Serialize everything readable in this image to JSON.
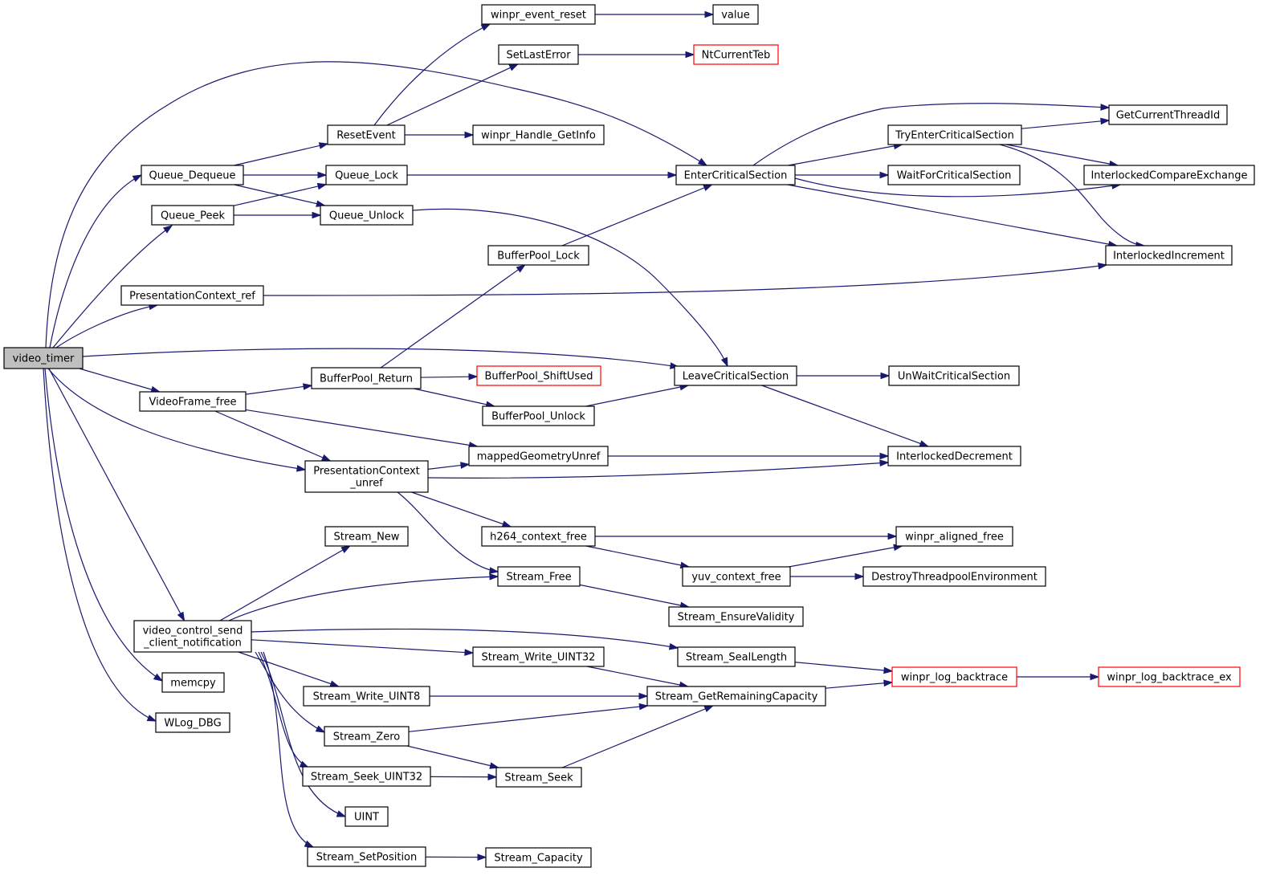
{
  "colors": {
    "edge": "#191970",
    "root_fill": "#bfbfbf",
    "box_border": "#000000",
    "truncated_border": "#ff0000"
  },
  "nodes": [
    {
      "id": "video_timer",
      "label": [
        "video_timer"
      ],
      "root": true
    },
    {
      "id": "Queue_Dequeue",
      "label": [
        "Queue_Dequeue"
      ]
    },
    {
      "id": "Queue_Peek",
      "label": [
        "Queue_Peek"
      ]
    },
    {
      "id": "PresentationContext_ref",
      "label": [
        "PresentationContext_ref"
      ]
    },
    {
      "id": "VideoFrame_free",
      "label": [
        "VideoFrame_free"
      ]
    },
    {
      "id": "PresentationContext_unref",
      "label": [
        "PresentationContext",
        "_unref"
      ]
    },
    {
      "id": "video_control_send_client_notification",
      "label": [
        "video_control_send",
        "_client_notification"
      ]
    },
    {
      "id": "memcpy",
      "label": [
        "memcpy"
      ]
    },
    {
      "id": "WLog_DBG",
      "label": [
        "WLog_DBG"
      ]
    },
    {
      "id": "ResetEvent",
      "label": [
        "ResetEvent"
      ]
    },
    {
      "id": "Queue_Lock",
      "label": [
        "Queue_Lock"
      ]
    },
    {
      "id": "Queue_Unlock",
      "label": [
        "Queue_Unlock"
      ]
    },
    {
      "id": "BufferPool_Return",
      "label": [
        "BufferPool_Return"
      ]
    },
    {
      "id": "Stream_New",
      "label": [
        "Stream_New"
      ]
    },
    {
      "id": "Stream_Write_UINT8",
      "label": [
        "Stream_Write_UINT8"
      ]
    },
    {
      "id": "Stream_Zero",
      "label": [
        "Stream_Zero"
      ]
    },
    {
      "id": "Stream_Seek_UINT32",
      "label": [
        "Stream_Seek_UINT32"
      ]
    },
    {
      "id": "UINT",
      "label": [
        "UINT"
      ]
    },
    {
      "id": "Stream_SetPosition",
      "label": [
        "Stream_SetPosition"
      ]
    },
    {
      "id": "winpr_event_reset",
      "label": [
        "winpr_event_reset"
      ]
    },
    {
      "id": "SetLastError",
      "label": [
        "SetLastError"
      ]
    },
    {
      "id": "winpr_Handle_GetInfo",
      "label": [
        "winpr_Handle_GetInfo"
      ]
    },
    {
      "id": "BufferPool_Lock",
      "label": [
        "BufferPool_Lock"
      ]
    },
    {
      "id": "BufferPool_ShiftUsed",
      "label": [
        "BufferPool_ShiftUsed"
      ],
      "truncated": true
    },
    {
      "id": "BufferPool_Unlock",
      "label": [
        "BufferPool_Unlock"
      ]
    },
    {
      "id": "mappedGeometryUnref",
      "label": [
        "mappedGeometryUnref"
      ]
    },
    {
      "id": "h264_context_free",
      "label": [
        "h264_context_free"
      ]
    },
    {
      "id": "Stream_Free",
      "label": [
        "Stream_Free"
      ]
    },
    {
      "id": "Stream_Write_UINT32",
      "label": [
        "Stream_Write_UINT32"
      ]
    },
    {
      "id": "Stream_Seek",
      "label": [
        "Stream_Seek"
      ]
    },
    {
      "id": "Stream_Capacity",
      "label": [
        "Stream_Capacity"
      ]
    },
    {
      "id": "value",
      "label": [
        "value"
      ]
    },
    {
      "id": "NtCurrentTeb",
      "label": [
        "NtCurrentTeb"
      ],
      "truncated": true
    },
    {
      "id": "EnterCriticalSection",
      "label": [
        "EnterCriticalSection"
      ]
    },
    {
      "id": "LeaveCriticalSection",
      "label": [
        "LeaveCriticalSection"
      ]
    },
    {
      "id": "yuv_context_free",
      "label": [
        "yuv_context_free"
      ]
    },
    {
      "id": "Stream_EnsureValidity",
      "label": [
        "Stream_EnsureValidity"
      ]
    },
    {
      "id": "Stream_SealLength",
      "label": [
        "Stream_SealLength"
      ]
    },
    {
      "id": "Stream_GetRemainingCapacity",
      "label": [
        "Stream_GetRemainingCapacity"
      ]
    },
    {
      "id": "TryEnterCriticalSection",
      "label": [
        "TryEnterCriticalSection"
      ]
    },
    {
      "id": "WaitForCriticalSection",
      "label": [
        "WaitForCriticalSection"
      ]
    },
    {
      "id": "UnWaitCriticalSection",
      "label": [
        "UnWaitCriticalSection"
      ]
    },
    {
      "id": "InterlockedDecrement",
      "label": [
        "InterlockedDecrement"
      ]
    },
    {
      "id": "winpr_aligned_free",
      "label": [
        "winpr_aligned_free"
      ]
    },
    {
      "id": "DestroyThreadpoolEnvironment",
      "label": [
        "DestroyThreadpoolEnvironment"
      ]
    },
    {
      "id": "winpr_log_backtrace",
      "label": [
        "winpr_log_backtrace"
      ],
      "truncated": true
    },
    {
      "id": "GetCurrentThreadId",
      "label": [
        "GetCurrentThreadId"
      ]
    },
    {
      "id": "InterlockedCompareExchange",
      "label": [
        "InterlockedCompareExchange"
      ]
    },
    {
      "id": "InterlockedIncrement",
      "label": [
        "InterlockedIncrement"
      ]
    },
    {
      "id": "winpr_log_backtrace_ex",
      "label": [
        "winpr_log_backtrace_ex"
      ],
      "truncated": true
    }
  ],
  "edges": [
    [
      "video_timer",
      "Queue_Dequeue"
    ],
    [
      "video_timer",
      "Queue_Peek"
    ],
    [
      "video_timer",
      "PresentationContext_ref"
    ],
    [
      "video_timer",
      "VideoFrame_free"
    ],
    [
      "video_timer",
      "PresentationContext_unref"
    ],
    [
      "video_timer",
      "video_control_send_client_notification"
    ],
    [
      "video_timer",
      "memcpy"
    ],
    [
      "video_timer",
      "WLog_DBG"
    ],
    [
      "video_timer",
      "EnterCriticalSection"
    ],
    [
      "video_timer",
      "LeaveCriticalSection"
    ],
    [
      "Queue_Dequeue",
      "ResetEvent"
    ],
    [
      "Queue_Dequeue",
      "Queue_Lock"
    ],
    [
      "Queue_Dequeue",
      "Queue_Unlock"
    ],
    [
      "Queue_Peek",
      "Queue_Lock"
    ],
    [
      "Queue_Peek",
      "Queue_Unlock"
    ],
    [
      "PresentationContext_ref",
      "InterlockedIncrement"
    ],
    [
      "VideoFrame_free",
      "BufferPool_Return"
    ],
    [
      "VideoFrame_free",
      "PresentationContext_unref"
    ],
    [
      "VideoFrame_free",
      "mappedGeometryUnref"
    ],
    [
      "PresentationContext_unref",
      "mappedGeometryUnref"
    ],
    [
      "PresentationContext_unref",
      "InterlockedDecrement"
    ],
    [
      "PresentationContext_unref",
      "h264_context_free"
    ],
    [
      "PresentationContext_unref",
      "Stream_Free"
    ],
    [
      "video_control_send_client_notification",
      "Stream_New"
    ],
    [
      "video_control_send_client_notification",
      "Stream_Free"
    ],
    [
      "video_control_send_client_notification",
      "Stream_SealLength"
    ],
    [
      "video_control_send_client_notification",
      "Stream_Write_UINT32"
    ],
    [
      "video_control_send_client_notification",
      "Stream_Write_UINT8"
    ],
    [
      "video_control_send_client_notification",
      "Stream_Zero"
    ],
    [
      "video_control_send_client_notification",
      "Stream_Seek_UINT32"
    ],
    [
      "video_control_send_client_notification",
      "UINT"
    ],
    [
      "video_control_send_client_notification",
      "Stream_SetPosition"
    ],
    [
      "ResetEvent",
      "winpr_event_reset"
    ],
    [
      "ResetEvent",
      "SetLastError"
    ],
    [
      "ResetEvent",
      "winpr_Handle_GetInfo"
    ],
    [
      "Queue_Lock",
      "EnterCriticalSection"
    ],
    [
      "Queue_Unlock",
      "LeaveCriticalSection"
    ],
    [
      "BufferPool_Return",
      "BufferPool_Lock"
    ],
    [
      "BufferPool_Return",
      "BufferPool_ShiftUsed"
    ],
    [
      "BufferPool_Return",
      "BufferPool_Unlock"
    ],
    [
      "BufferPool_Lock",
      "EnterCriticalSection"
    ],
    [
      "BufferPool_Unlock",
      "LeaveCriticalSection"
    ],
    [
      "mappedGeometryUnref",
      "InterlockedDecrement"
    ],
    [
      "h264_context_free",
      "winpr_aligned_free"
    ],
    [
      "h264_context_free",
      "yuv_context_free"
    ],
    [
      "Stream_Free",
      "Stream_EnsureValidity"
    ],
    [
      "Stream_Write_UINT32",
      "Stream_GetRemainingCapacity"
    ],
    [
      "Stream_Write_UINT8",
      "Stream_GetRemainingCapacity"
    ],
    [
      "Stream_Zero",
      "Stream_GetRemainingCapacity"
    ],
    [
      "Stream_Zero",
      "Stream_Seek"
    ],
    [
      "Stream_Seek_UINT32",
      "Stream_Seek"
    ],
    [
      "Stream_Seek",
      "Stream_GetRemainingCapacity"
    ],
    [
      "Stream_SetPosition",
      "Stream_Capacity"
    ],
    [
      "winpr_event_reset",
      "value"
    ],
    [
      "SetLastError",
      "NtCurrentTeb"
    ],
    [
      "EnterCriticalSection",
      "GetCurrentThreadId"
    ],
    [
      "EnterCriticalSection",
      "TryEnterCriticalSection"
    ],
    [
      "EnterCriticalSection",
      "WaitForCriticalSection"
    ],
    [
      "EnterCriticalSection",
      "InterlockedCompareExchange"
    ],
    [
      "EnterCriticalSection",
      "InterlockedIncrement"
    ],
    [
      "TryEnterCriticalSection",
      "GetCurrentThreadId"
    ],
    [
      "TryEnterCriticalSection",
      "InterlockedCompareExchange"
    ],
    [
      "TryEnterCriticalSection",
      "InterlockedIncrement"
    ],
    [
      "LeaveCriticalSection",
      "UnWaitCriticalSection"
    ],
    [
      "LeaveCriticalSection",
      "InterlockedDecrement"
    ],
    [
      "yuv_context_free",
      "winpr_aligned_free"
    ],
    [
      "yuv_context_free",
      "DestroyThreadpoolEnvironment"
    ],
    [
      "Stream_SealLength",
      "winpr_log_backtrace"
    ],
    [
      "Stream_GetRemainingCapacity",
      "winpr_log_backtrace"
    ],
    [
      "winpr_log_backtrace",
      "winpr_log_backtrace_ex"
    ]
  ]
}
